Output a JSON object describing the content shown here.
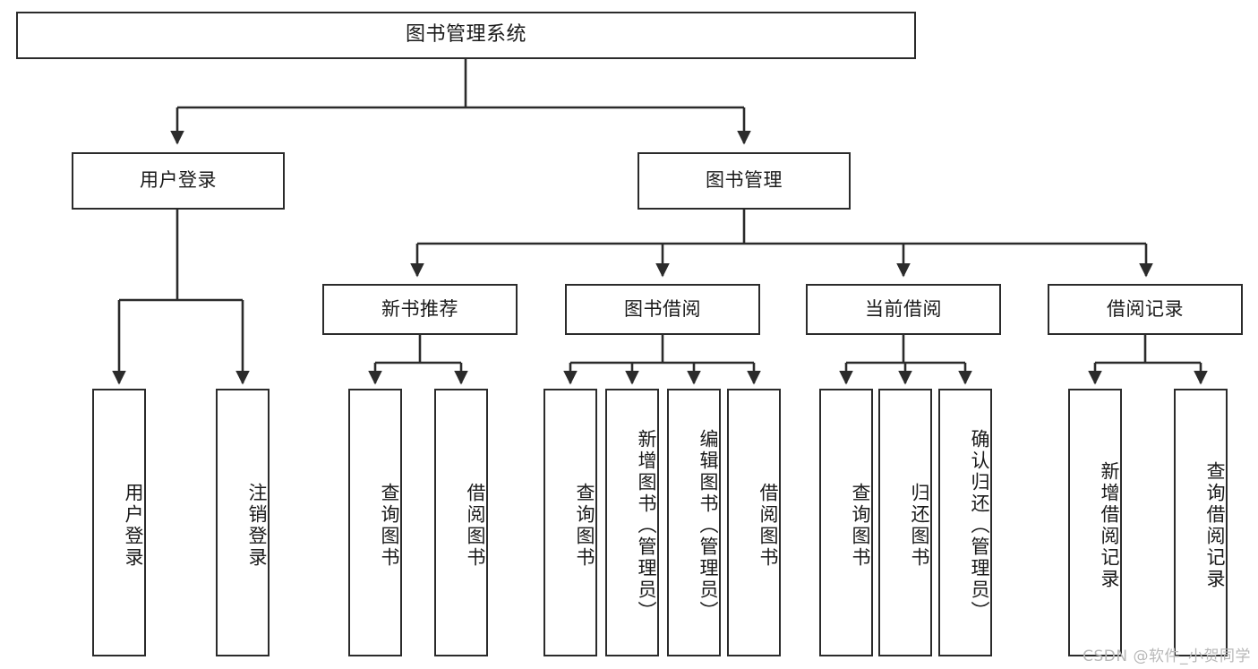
{
  "diagram": {
    "title": "图书管理系统",
    "type": "tree",
    "watermark": "CSDN @软件_小贺同学",
    "colors": {
      "stroke": "#2b2b2b",
      "fill": "#ffffff",
      "text": "#1a1a1a",
      "watermark": "#b8b8b8"
    },
    "nodes": {
      "root": {
        "label": "图书管理系统"
      },
      "level2": [
        {
          "label": "用户登录"
        },
        {
          "label": "图书管理"
        }
      ],
      "level3": [
        {
          "label": "新书推荐"
        },
        {
          "label": "图书借阅"
        },
        {
          "label": "当前借阅"
        },
        {
          "label": "借阅记录"
        }
      ],
      "leaves_user_login": [
        {
          "label": "用户登录"
        },
        {
          "label": "注销登录"
        }
      ],
      "leaves_new_book": [
        {
          "label": "查询图书"
        },
        {
          "label": "借阅图书"
        }
      ],
      "leaves_borrow": [
        {
          "label": "查询图书"
        },
        {
          "label": "新增图书（管理员）"
        },
        {
          "label": "编辑图书（管理员）"
        },
        {
          "label": "借阅图书"
        }
      ],
      "leaves_current": [
        {
          "label": "查询图书"
        },
        {
          "label": "归还图书"
        },
        {
          "label": "确认归还（管理员）"
        }
      ],
      "leaves_records": [
        {
          "label": "新增借阅记录"
        },
        {
          "label": "查询借阅记录"
        }
      ]
    }
  }
}
